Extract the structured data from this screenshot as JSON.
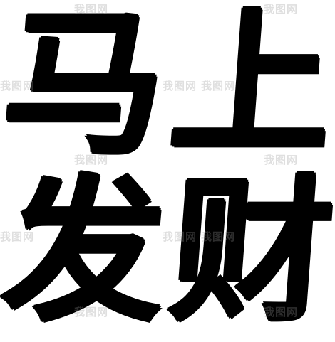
{
  "artwork": {
    "characters": [
      "马",
      "上",
      "发",
      "财"
    ],
    "text_color": "#000000",
    "background_color": "#ffffff"
  },
  "watermark": {
    "text": "我图网",
    "color": "#969696"
  }
}
